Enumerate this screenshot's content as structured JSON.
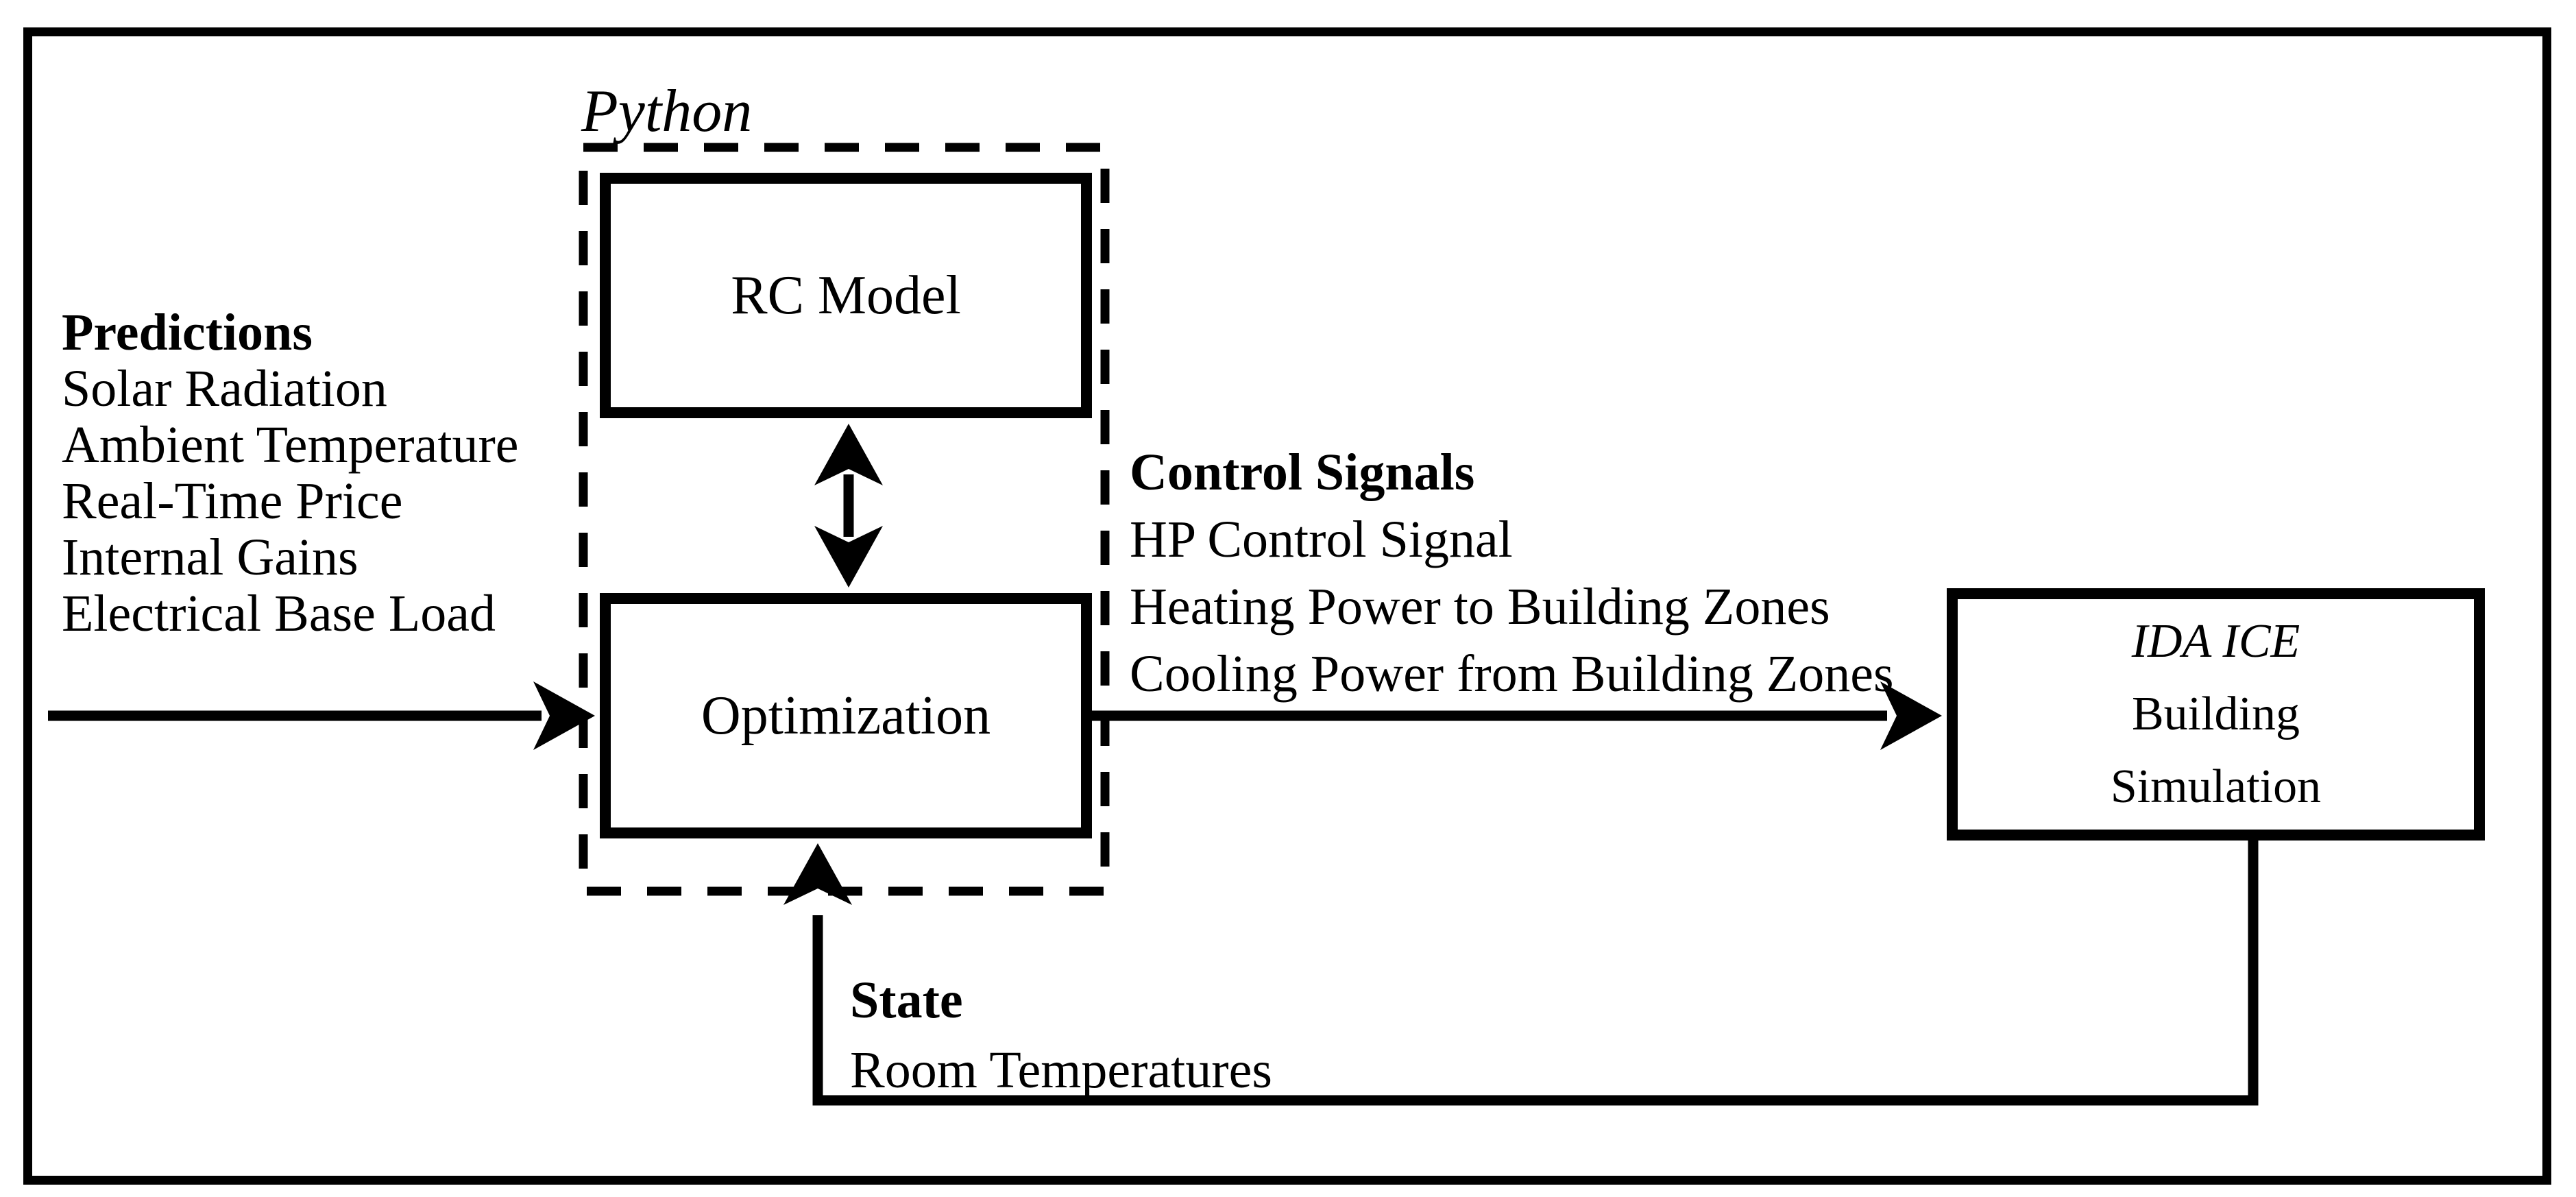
{
  "figure": {
    "background_color": "#ffffff",
    "ink_color": "#000000"
  },
  "python_environment": {
    "label": "Python"
  },
  "boxes": {
    "rc_model": {
      "label": "RC Model"
    },
    "optimization": {
      "label": "Optimization"
    },
    "ida_ice": {
      "line1": "IDA ICE",
      "line2": "Building",
      "line3": "Simulation"
    }
  },
  "predictions": {
    "heading": "Predictions",
    "items": [
      "Solar Radiation",
      "Ambient Temperature",
      "Real-Time Price",
      "Internal Gains",
      "Electrical Base Load"
    ]
  },
  "control_signals": {
    "heading": "Control Signals",
    "items": [
      "HP Control Signal",
      "Heating Power to Building Zones",
      "Cooling Power from Building Zones"
    ]
  },
  "state": {
    "heading": "State",
    "items": [
      "Room Temperatures"
    ]
  }
}
